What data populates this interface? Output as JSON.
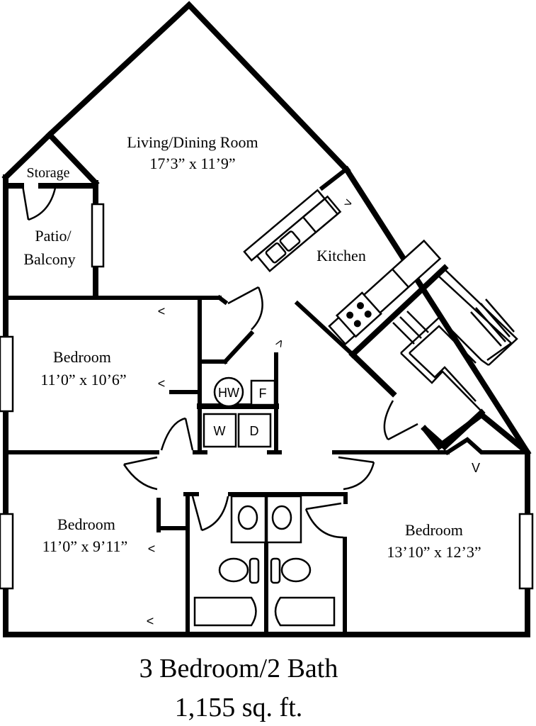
{
  "plan": {
    "type": "floor-plan",
    "unit_type": "3 Bedroom/2 Bath",
    "area": "1,155 sq. ft."
  },
  "rooms": {
    "living": {
      "name": "Living/Dining Room",
      "dims": "17’3” x 11’9”"
    },
    "storage": {
      "name": "Storage"
    },
    "patio": {
      "name_line1": "Patio/",
      "name_line2": "Balcony"
    },
    "kitchen": {
      "name": "Kitchen"
    },
    "bedroom1": {
      "name": "Bedroom",
      "dims": "11’0” x 10’6”"
    },
    "bedroom2": {
      "name": "Bedroom",
      "dims": "11’0” x 9’11”"
    },
    "bedroom3": {
      "name": "Bedroom",
      "dims": "13’10” x 12’3”"
    }
  },
  "fixtures": {
    "water_heater": "HW",
    "furnace": "F",
    "washer": "W",
    "dryer": "D"
  },
  "closet_marker": "<",
  "closet_marker_down": "V",
  "closet_marker_right": ">",
  "colors": {
    "wall": "#000000",
    "background": "#ffffff"
  }
}
